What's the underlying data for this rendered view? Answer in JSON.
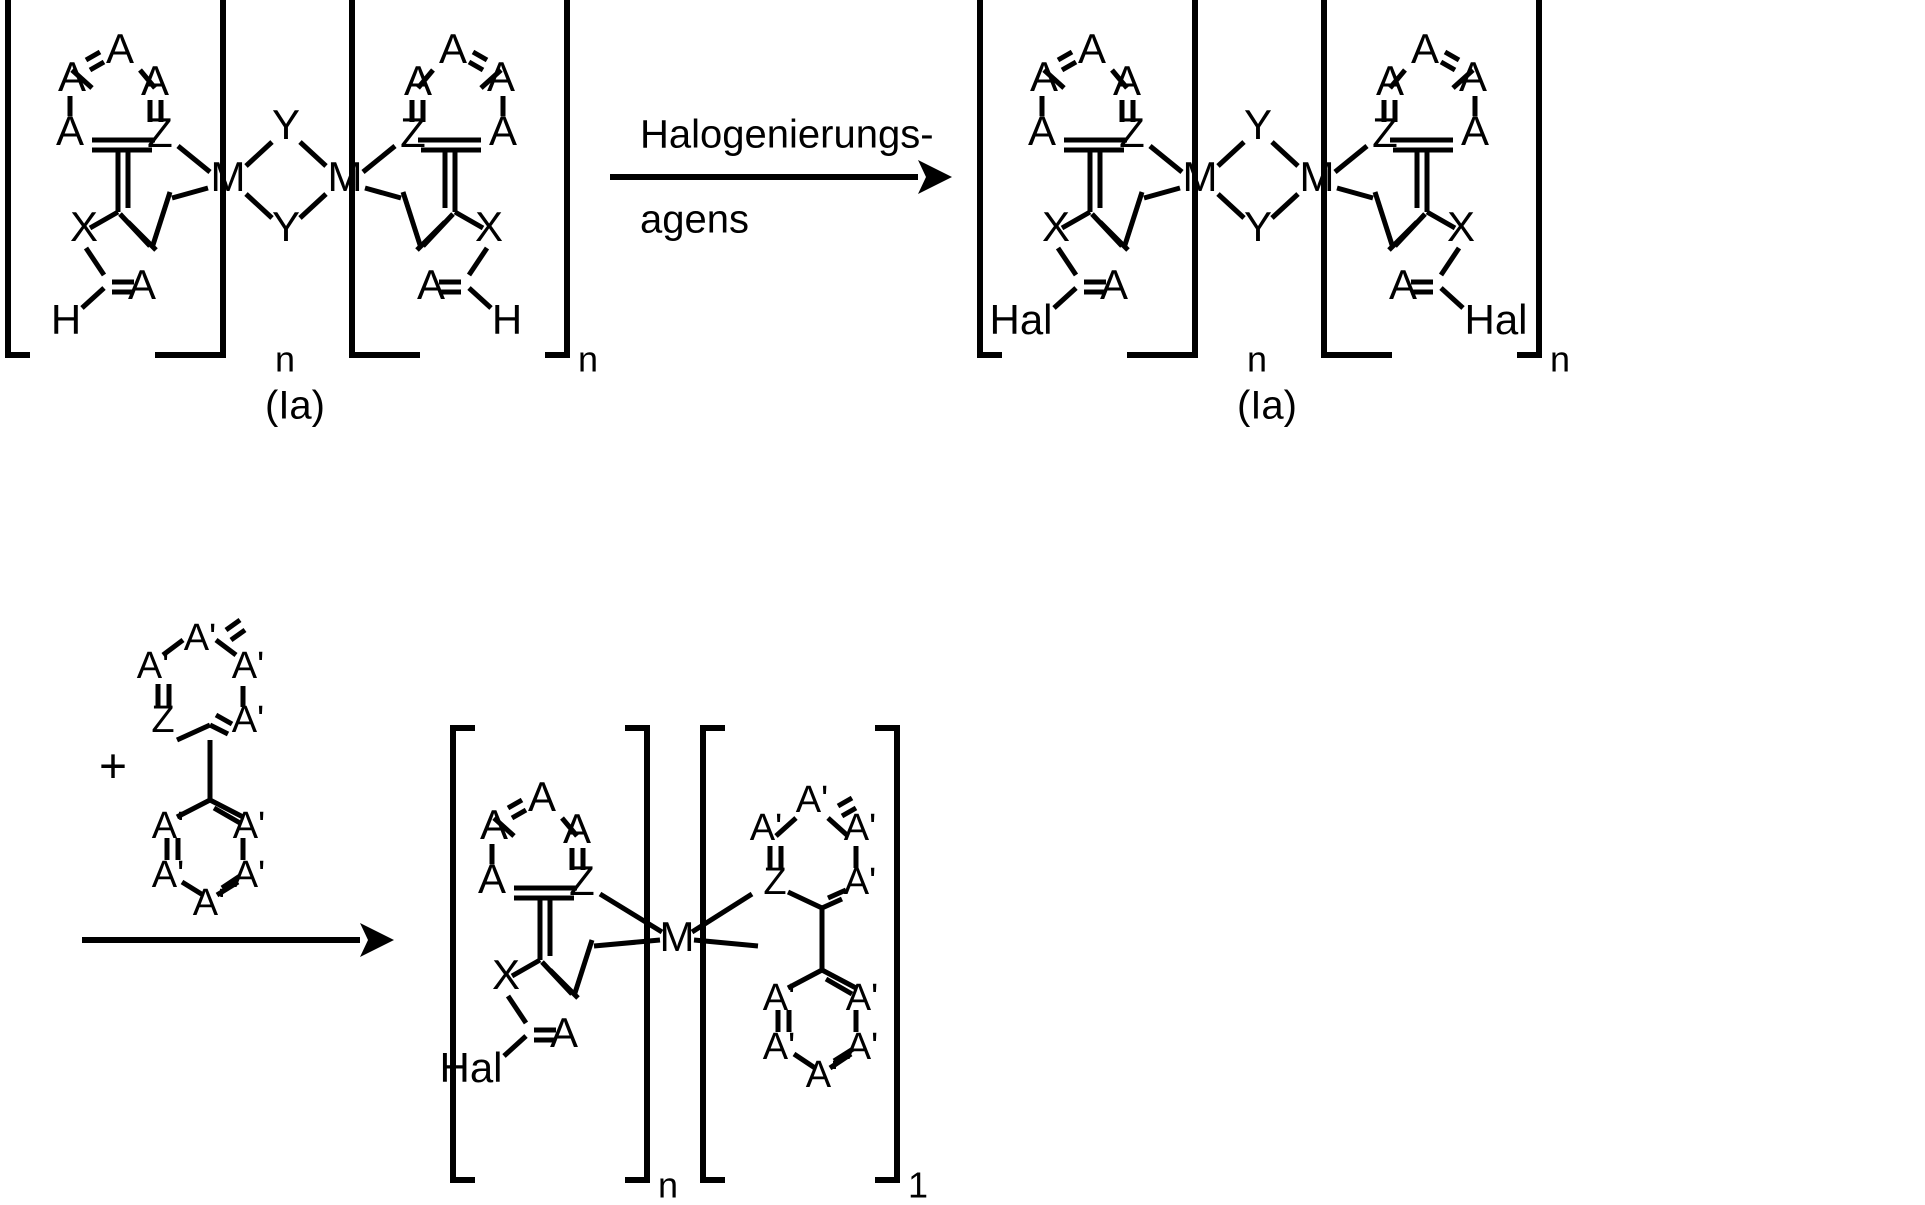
{
  "document": {
    "type": "chemical-reaction-scheme",
    "language": "de"
  },
  "reaction_step_1": {
    "reagent_line1": "Halogenierungs-",
    "reagent_line2": "agens",
    "reactant_label": "(Ia)",
    "product_label": "(Ia)"
  },
  "reaction_step_2": {
    "plus_sign": "+",
    "product_subscript_left": "n",
    "product_subscript_right": "1"
  },
  "atoms": {
    "A": "A",
    "A_prime": "A'",
    "Z": "Z",
    "X": "X",
    "Y": "Y",
    "M": "M",
    "H": "H",
    "Hal": "Hal",
    "n": "n",
    "one": "1"
  },
  "structure_1": {
    "name": "bis-cyclometalated-dimer-with-H",
    "left_unit": {
      "ring_six": [
        "A",
        "A",
        "A",
        "A",
        "Z"
      ],
      "ring_five": [
        "X",
        "A"
      ],
      "terminal": "H",
      "metal": "M",
      "subscript": "n"
    },
    "bridge": [
      "Y",
      "Y"
    ],
    "right_unit": {
      "ring_six": [
        "A",
        "A",
        "A",
        "A",
        "Z"
      ],
      "ring_five": [
        "X",
        "A"
      ],
      "terminal": "H",
      "metal": "M",
      "subscript": "n"
    },
    "caption": "(Ia)"
  },
  "structure_2": {
    "name": "bis-cyclometalated-dimer-with-Hal",
    "left_unit": {
      "terminal": "Hal",
      "metal": "M",
      "subscript": "n"
    },
    "bridge": [
      "Y",
      "Y"
    ],
    "right_unit": {
      "terminal": "Hal",
      "metal": "M",
      "subscript": "n"
    },
    "caption": "(Ia)"
  },
  "structure_3": {
    "name": "ancillary-ligand-bipyridine-type",
    "ring_top": [
      "A'",
      "A'",
      "A'",
      "A'"
    ],
    "ring_bottom": [
      "A'",
      "A'",
      "A'",
      "A'"
    ],
    "hetero": "Z"
  },
  "structure_4": {
    "name": "mixed-ligand-metal-complex",
    "left_unit": {
      "ring_six": [
        "A",
        "A",
        "A",
        "A",
        "Z"
      ],
      "ring_five": [
        "X",
        "A"
      ],
      "terminal": "Hal",
      "subscript": "n"
    },
    "metal": "M",
    "right_unit": {
      "ring_six": [
        "A'",
        "A'",
        "A'",
        "A'",
        "Z"
      ],
      "ring_bottom": [
        "A'",
        "A'",
        "A'",
        "A'"
      ],
      "subscript": "1"
    }
  },
  "colors": {
    "ink": "#000000",
    "paper": "#ffffff"
  }
}
